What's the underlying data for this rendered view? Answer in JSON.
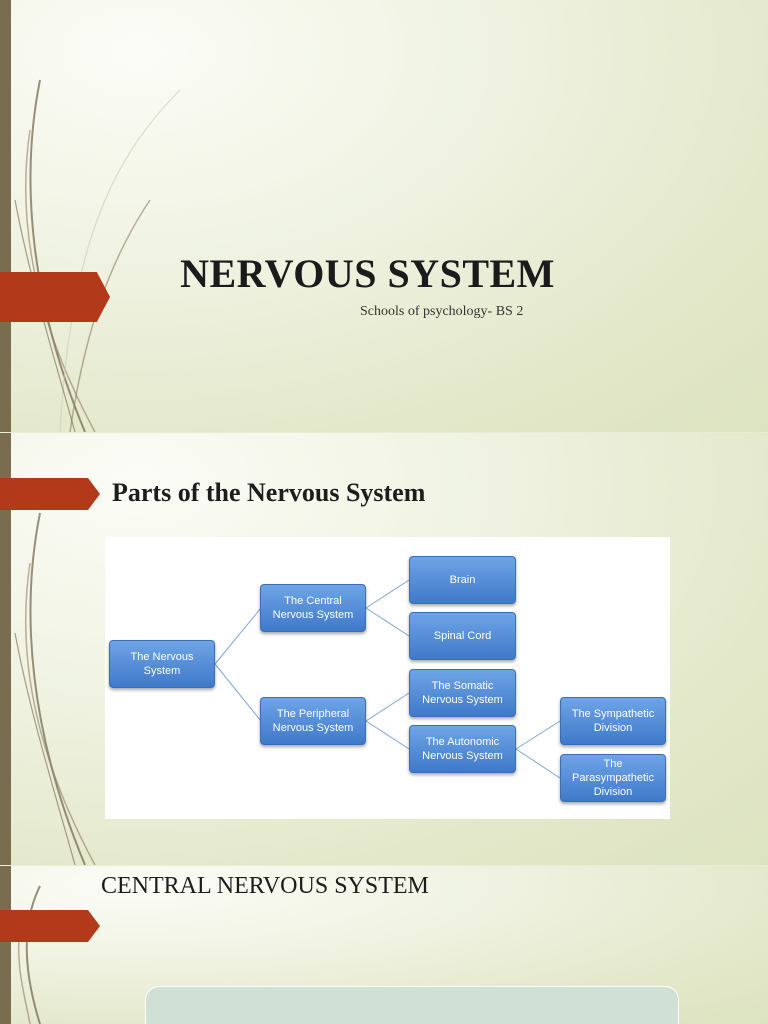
{
  "slides": {
    "title_slide": {
      "title": "NERVOUS SYSTEM",
      "subtitle": "Schools of psychology- BS 2"
    },
    "parts_slide": {
      "title": "Parts of the Nervous System",
      "diagram": {
        "root": "The Nervous System",
        "central": "The Central Nervous System",
        "brain": "Brain",
        "spinal_cord": "Spinal Cord",
        "peripheral": "The Peripheral Nervous System",
        "somatic": "The Somatic Nervous System",
        "autonomic": "The Autonomic Nervous System",
        "sympathetic": "The Sympathetic Division",
        "parasympathetic": "The Parasympathetic Division"
      }
    },
    "cns_slide": {
      "title": "CENTRAL NERVOUS SYSTEM"
    }
  },
  "colors": {
    "accent_arrow": "#b23a1a",
    "left_bar": "#7a6c4f",
    "diagram_node": "#4a86d6"
  }
}
